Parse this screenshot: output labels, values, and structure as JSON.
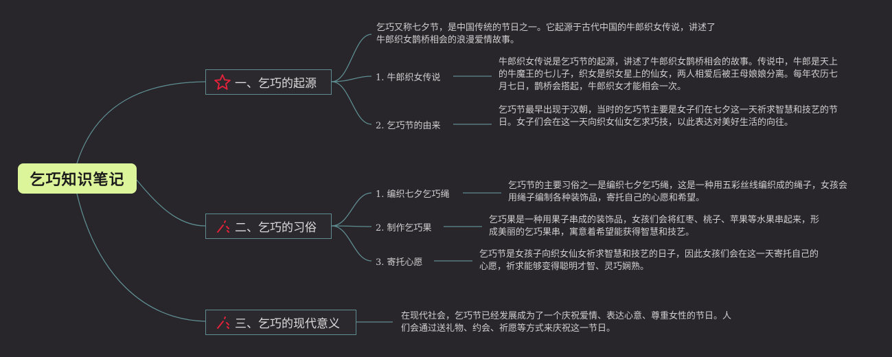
{
  "root": {
    "label": "乞巧知识笔记"
  },
  "colors": {
    "root_bg": "#dcf49a",
    "line": "#5e8e91",
    "icon": "#e0223a",
    "bg": "#28252b"
  },
  "branches": [
    {
      "label": "一、乞巧的起源",
      "icon": "star-icon",
      "intro": "乞巧又称七夕节，是中国传统的节日之一。它起源于古代中国的牛郎织女传说，讲述了牛郎织女鹊桥相会的浪漫爱情故事。",
      "items": [
        {
          "label": "1. 牛郎织女传说",
          "note": "牛郎织女传说是乞巧节的起源，讲述了牛郎织女鹊桥相会的故事。传说中，牛郎是天上的牛魔王的七儿子，织女是织女星上的仙女，两人相爱后被王母娘娘分离。每年农历七月七日，鹊桥会搭起，牛郎织女才能相会一次。"
        },
        {
          "label": "2. 乞巧节的由来",
          "note": "乞巧节最早出现于汉朝，当时的乞巧节主要是女子们在七夕这一天祈求智慧和技艺的节日。女子们会在这一天向织女仙女乞求巧技，以此表达对美好生活的向往。"
        }
      ]
    },
    {
      "label": "二、乞巧的习俗",
      "icon": "sparkle-icon",
      "items": [
        {
          "label": "1. 编织七夕乞巧绳",
          "note": "乞巧节的主要习俗之一是编织七夕乞巧绳，这是一种用五彩丝线编织成的绳子，女孩会用绳子编制各种装饰品，寄托自己的心愿和希望。"
        },
        {
          "label": "2. 制作乞巧果",
          "note": "乞巧果是一种用果子串成的装饰品，女孩们会将红枣、桃子、苹果等水果串起来，形成美丽的乞巧果串，寓意着希望能获得智慧和技艺。"
        },
        {
          "label": "3. 寄托心愿",
          "note": "乞巧节是女孩子向织女仙女祈求智慧和技艺的日子，因此女孩们会在这一天寄托自己的心愿，祈求能够变得聪明才智、灵巧娴熟。"
        }
      ]
    },
    {
      "label": "三、乞巧的现代意义",
      "icon": "sparkle-icon",
      "note": "在现代社会，乞巧节已经发展成为了一个庆祝爱情、表达心意、尊重女性的节日。人们会通过送礼物、约会、祈愿等方式来庆祝这一节日。"
    }
  ]
}
